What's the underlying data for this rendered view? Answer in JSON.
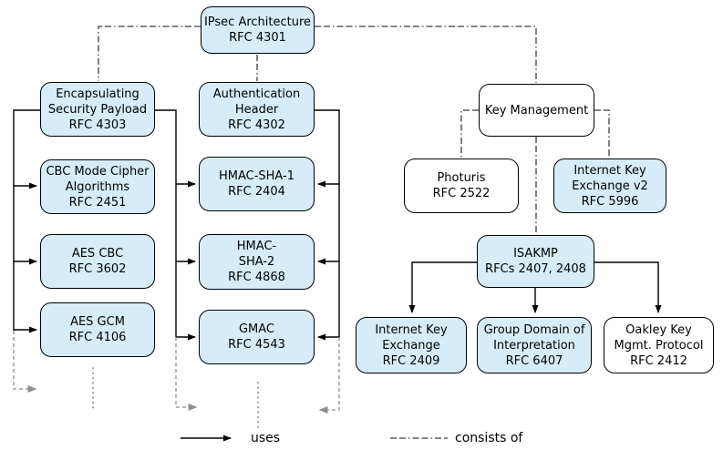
{
  "diagram": {
    "kind": "rfc-relationship-diagram",
    "nodes": {
      "ipsec": {
        "label": "IPsec Architecture\nRFC 4301",
        "fill": "blue"
      },
      "esp": {
        "label": "Encapsulating\nSecurity Payload\nRFC 4303",
        "fill": "blue"
      },
      "ah": {
        "label": "Authentication\nHeader\nRFC 4302",
        "fill": "blue"
      },
      "cbc_mode": {
        "label": "CBC Mode Cipher\nAlgorithms\nRFC 2451",
        "fill": "blue"
      },
      "aes_cbc": {
        "label": "AES CBC\nRFC 3602",
        "fill": "blue"
      },
      "aes_gcm": {
        "label": "AES GCM\nRFC 4106",
        "fill": "blue"
      },
      "hmac_sha1": {
        "label": "HMAC-SHA-1\nRFC 2404",
        "fill": "blue"
      },
      "hmac_sha2": {
        "label": "HMAC-\nSHA-2\nRFC 4868",
        "fill": "blue"
      },
      "gmac": {
        "label": "GMAC\nRFC 4543",
        "fill": "blue"
      },
      "key_mgmt": {
        "label": "Key Management",
        "fill": "white"
      },
      "photuris": {
        "label": "Photuris\nRFC 2522",
        "fill": "white"
      },
      "ikev2": {
        "label": "Internet Key\nExchange v2\nRFC 5996",
        "fill": "blue"
      },
      "isakmp": {
        "label": "ISAKMP\nRFCs 2407, 2408",
        "fill": "blue"
      },
      "ike": {
        "label": "Internet Key\nExchange\nRFC 2409",
        "fill": "blue"
      },
      "gdoi": {
        "label": "Group Domain of\nInterpretation\nRFC 6407",
        "fill": "blue"
      },
      "oakley": {
        "label": "Oakley Key\nMgmt. Protocol\nRFC 2412",
        "fill": "white"
      }
    },
    "edges": [
      {
        "from": "ipsec",
        "to": "esp",
        "type": "consists of"
      },
      {
        "from": "ipsec",
        "to": "ah",
        "type": "consists of"
      },
      {
        "from": "ipsec",
        "to": "key_mgmt",
        "type": "consists of"
      },
      {
        "from": "key_mgmt",
        "to": "photuris",
        "type": "consists of"
      },
      {
        "from": "key_mgmt",
        "to": "ikev2",
        "type": "consists of"
      },
      {
        "from": "key_mgmt",
        "to": "isakmp",
        "type": "consists of"
      },
      {
        "from": "esp",
        "to": "cbc_mode",
        "type": "uses"
      },
      {
        "from": "esp",
        "to": "aes_cbc",
        "type": "uses"
      },
      {
        "from": "esp",
        "to": "aes_gcm",
        "type": "uses"
      },
      {
        "from": "esp",
        "to": "hmac_sha1",
        "type": "uses"
      },
      {
        "from": "esp",
        "to": "hmac_sha2",
        "type": "uses"
      },
      {
        "from": "esp",
        "to": "gmac",
        "type": "uses"
      },
      {
        "from": "ah",
        "to": "hmac_sha1",
        "type": "uses"
      },
      {
        "from": "ah",
        "to": "hmac_sha2",
        "type": "uses"
      },
      {
        "from": "ah",
        "to": "gmac",
        "type": "uses"
      },
      {
        "from": "isakmp",
        "to": "ike",
        "type": "uses"
      },
      {
        "from": "isakmp",
        "to": "gdoi",
        "type": "uses"
      },
      {
        "from": "isakmp",
        "to": "oakley",
        "type": "uses"
      }
    ],
    "continuation_indicators": 3
  },
  "legend": {
    "uses": "uses",
    "consists_of": "consists of"
  },
  "colors": {
    "node_fill_blue": "#d6edf9",
    "node_fill_white": "#ffffff",
    "border": "#000000",
    "solid_line": "#000000",
    "dashdot_line": "#3d3d3d",
    "gray_line": "#8f8f8f"
  }
}
